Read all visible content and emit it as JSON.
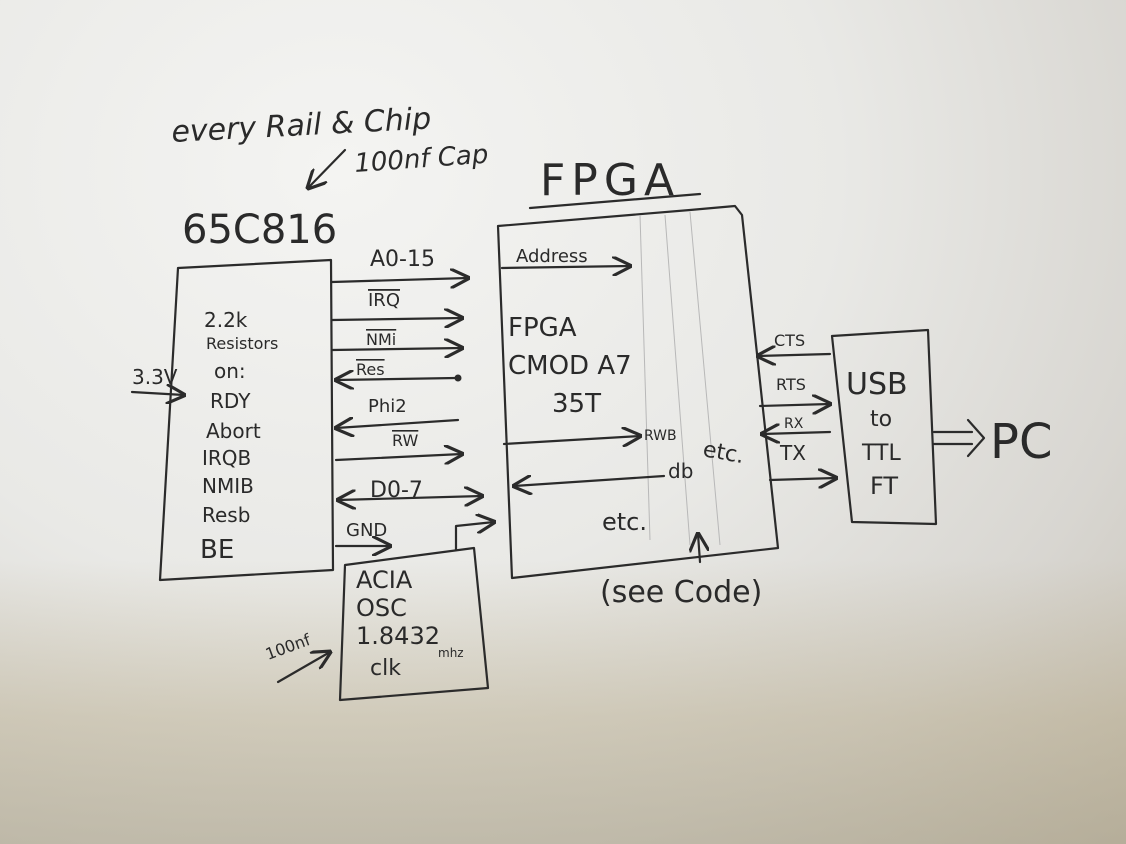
{
  "notes": {
    "top_note": "every Rail & Chip",
    "cap_note": "100nf Cap",
    "osc_cap_note": "100nf",
    "see_code_note": "(see Code)"
  },
  "cpu": {
    "title": "65C816",
    "lines": [
      "2.2k",
      "Resistors",
      "on:",
      "RDY",
      "Abort",
      "IRQB",
      "NMIB",
      "Resb",
      "BE"
    ],
    "power_in": "3.3V"
  },
  "signals": {
    "address": "A0-15",
    "irq": "IRQ",
    "nmi": "NMi",
    "res": "Res",
    "phi2": "Phi2",
    "rw": "RW",
    "data": "D0-7",
    "gnd": "GND"
  },
  "acia": {
    "lines": [
      "ACIA",
      "OSC",
      "1.8432",
      "clk"
    ],
    "mhz": "mhz"
  },
  "fpga": {
    "title": "FPGA",
    "address_in": "Address",
    "lines": [
      "FPGA",
      "CMOD A7",
      "35T"
    ],
    "rwb": "RWB",
    "db": "db",
    "etc_right": "etc.",
    "etc_bottom": "etc."
  },
  "usb": {
    "lines": [
      "USB",
      "to",
      "TTL",
      "FT"
    ],
    "cts": "CTS",
    "rts": "RTS",
    "rx": "RX",
    "tx": "TX",
    "pc": "PC"
  }
}
